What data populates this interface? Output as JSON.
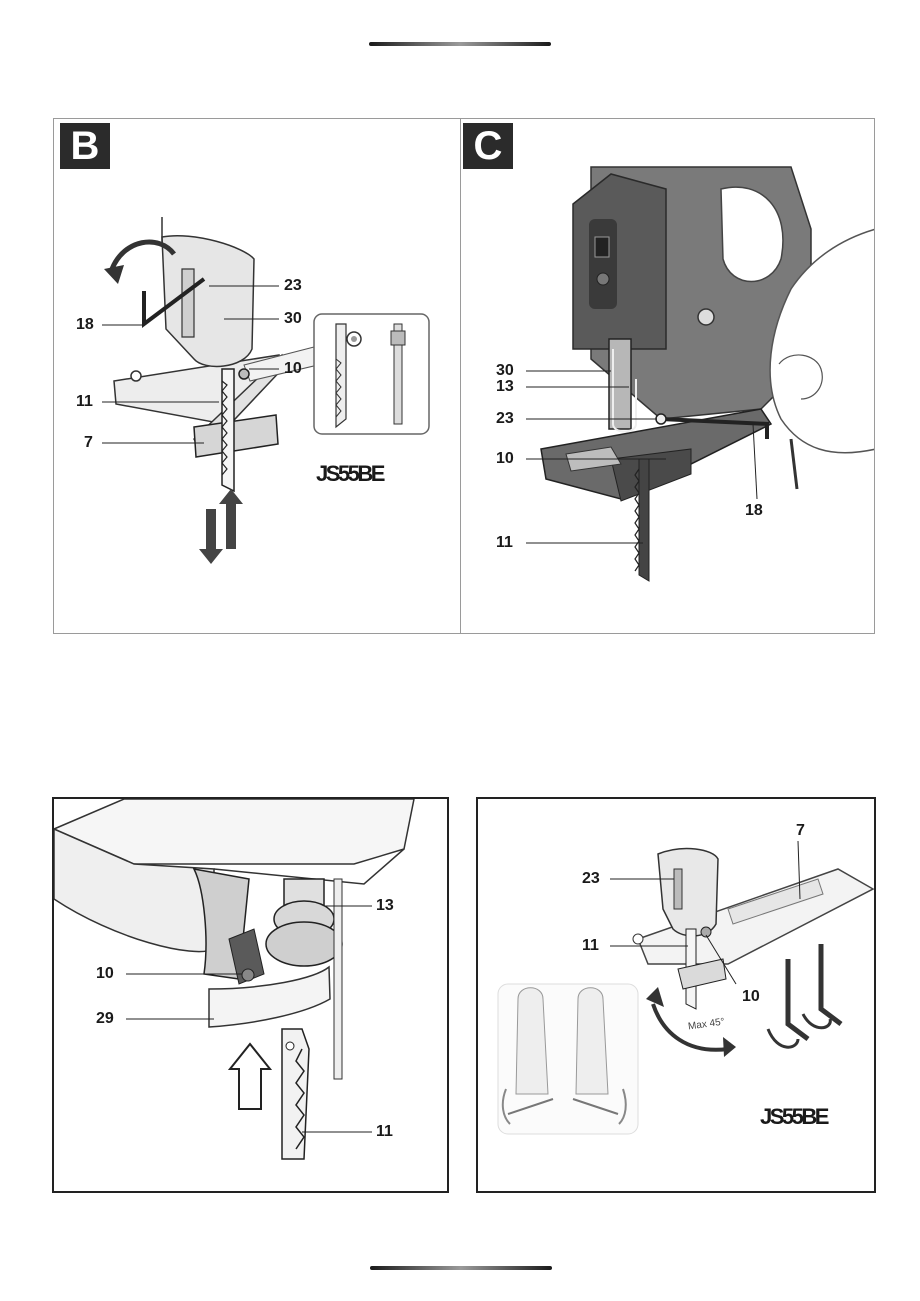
{
  "panels": {
    "b": {
      "badge": "B",
      "labels": {
        "l23": "23",
        "l30": "30",
        "l18": "18",
        "l10": "10",
        "l11": "11",
        "l7": "7"
      },
      "model": "JS55BE"
    },
    "c": {
      "badge": "C",
      "labels": {
        "l30": "30",
        "l13": "13",
        "l23": "23",
        "l10": "10",
        "l18": "18",
        "l11": "11"
      }
    },
    "d": {
      "labels": {
        "l13": "13",
        "l10": "10",
        "l29": "29",
        "l11": "11"
      }
    },
    "e": {
      "labels": {
        "l7": "7",
        "l23": "23",
        "l11": "11",
        "l10": "10"
      },
      "max_angle": "Max 45°",
      "model": "JS55BE"
    }
  },
  "colors": {
    "badge": "#2b2b2b",
    "tool_body": "#6e6e6e",
    "tool_dark": "#3e3e3e",
    "line": "#222222"
  }
}
